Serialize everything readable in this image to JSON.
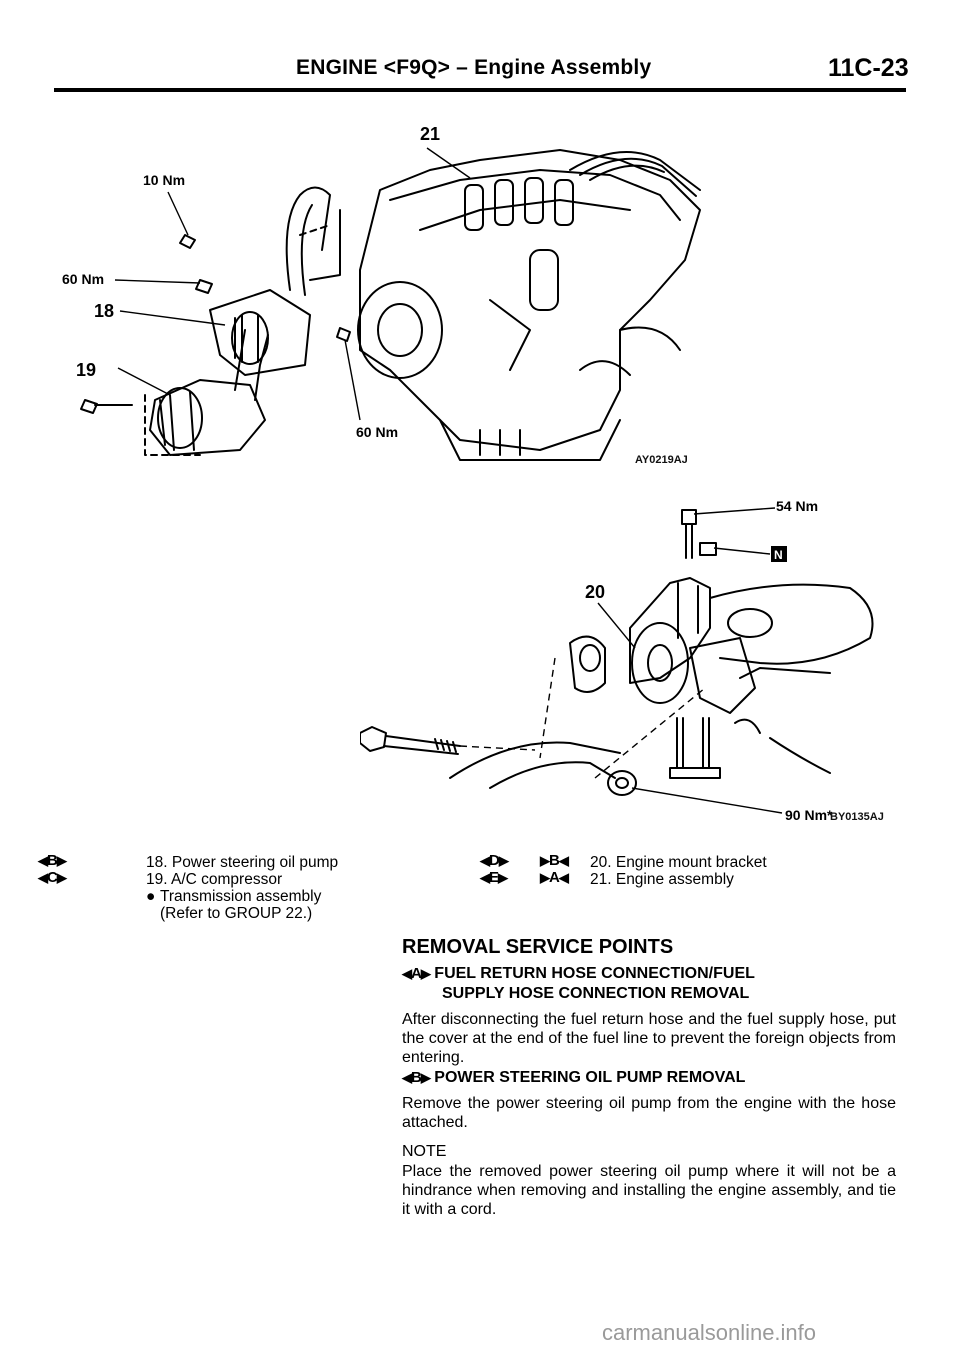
{
  "header": {
    "title": "ENGINE <F9Q> – Engine Assembly",
    "page": "11C-23"
  },
  "figure1": {
    "callouts": {
      "c21": "21",
      "c10nm": "10 Nm",
      "c60nm_a": "60 Nm",
      "c18": "18",
      "c19": "19",
      "c60nm_b": "60 Nm"
    },
    "code": "AY0219AJ"
  },
  "figure2": {
    "callouts": {
      "c54nm": "54 Nm",
      "cN": "N",
      "c20": "20",
      "c90nm": "90 Nm*"
    },
    "code": "BY0135AJ"
  },
  "legend": {
    "left": {
      "markers": [
        "B",
        "C"
      ],
      "items": [
        "18. Power steering oil pump",
        "19. A/C compressor",
        "Transmission assembly",
        "(Refer to GROUP 22.)"
      ]
    },
    "right": {
      "removal_markers": [
        "D",
        "E"
      ],
      "install_markers": [
        "B",
        "A"
      ],
      "items": [
        "20. Engine mount bracket",
        "21. Engine assembly"
      ]
    }
  },
  "section": {
    "title": "REMOVAL SERVICE POINTS",
    "points": [
      {
        "marker": "A",
        "heading_line1": "FUEL RETURN HOSE CONNECTION/FUEL",
        "heading_line2": "SUPPLY HOSE CONNECTION REMOVAL",
        "body": "After disconnecting the fuel return hose and the fuel supply hose, put the cover at the end of the fuel line to prevent the foreign objects from entering."
      },
      {
        "marker": "B",
        "heading_line1": "POWER STEERING OIL PUMP REMOVAL",
        "body": "Remove the power steering oil pump from the engine with the hose attached."
      }
    ],
    "note_label": "NOTE",
    "note_body": "Place the removed power steering oil pump where it will not be a hindrance when removing and installing the engine assembly, and tie it with a cord."
  },
  "watermark": "carmanualsonline.info"
}
